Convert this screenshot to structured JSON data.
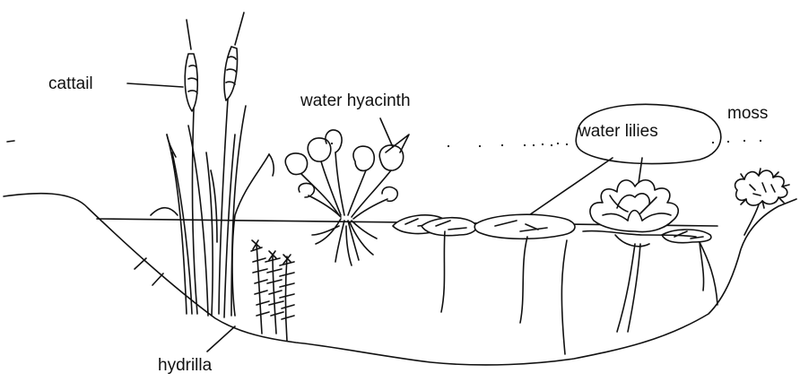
{
  "labels": {
    "cattail": "cattail",
    "water_hyacinth": "water hyacinth",
    "water_lilies": "water lilies",
    "moss": "moss",
    "hydrilla": "hydrilla"
  },
  "colors": {
    "ink": "#111111",
    "background": "#ffffff"
  }
}
